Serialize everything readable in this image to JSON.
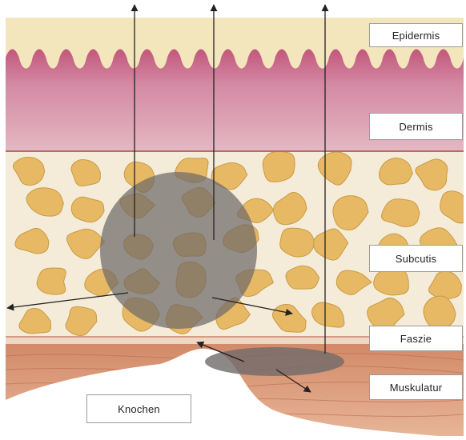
{
  "layers": {
    "epidermis": "Epidermis",
    "dermis": "Dermis",
    "subcutis": "Subcutis",
    "faszie": "Faszie",
    "muskulatur": "Muskulatur",
    "knochen": "Knochen"
  },
  "colors": {
    "epidermis": "#f3e6bd",
    "dermis": "#d9a6b3",
    "dermis_top": "#c2577c",
    "fat_bg": "#f4ecd9",
    "fat_lobule": "#e8b964",
    "faszie": "#eed7c4",
    "muscle": "#c88160",
    "bone": "#ffffff",
    "lesion": "#6f6a6a",
    "arrow": "#222222"
  }
}
